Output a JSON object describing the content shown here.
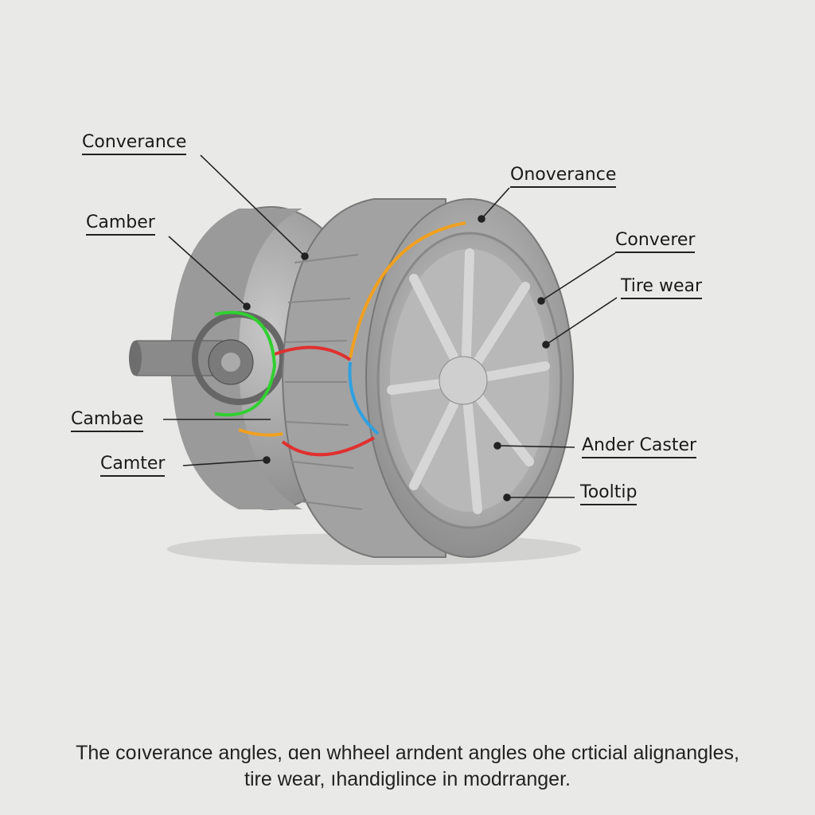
{
  "labels": {
    "converance": "Converance",
    "camber": "Camber",
    "onoverance": "Onoverance",
    "converer": "Converer",
    "tire_wear": "Tire wear",
    "cambae": "Cambae",
    "camter": "Camter",
    "ander_caster": "Ander Caster",
    "tooltip": "Tooltip"
  },
  "caption": {
    "line1": "The coıverance angles, ɑen whheel arndent angles ohe crticial alignangles,",
    "line2": "tire wear, ıhandiglince in modrranger."
  },
  "colors": {
    "background": "#e9e9e7",
    "tire": "#a9a9a9",
    "arrow_orange": "#f0a020",
    "arrow_red": "#e03030",
    "arrow_blue": "#30a0e0",
    "arrow_green": "#30d030"
  }
}
